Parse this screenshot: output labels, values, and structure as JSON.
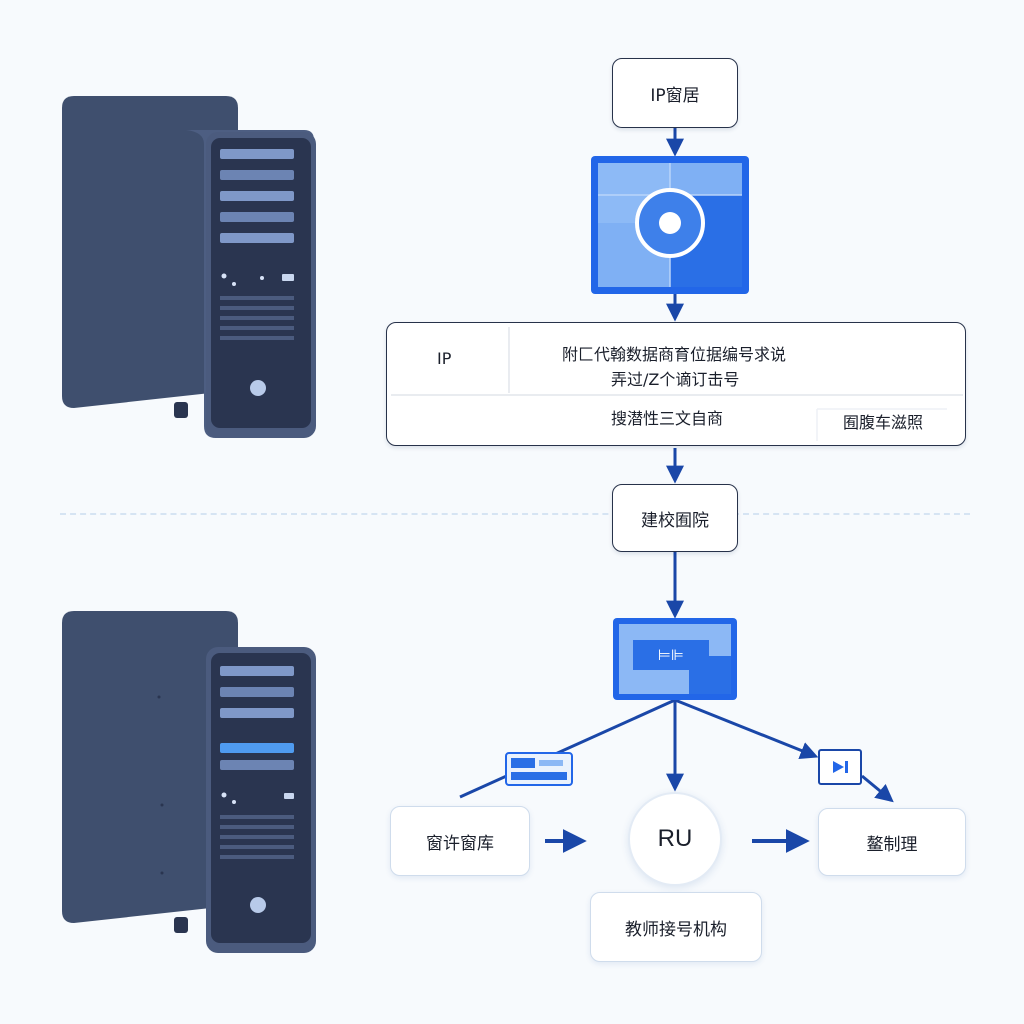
{
  "diagram": {
    "top_node": {
      "label": "IP窗居"
    },
    "panel": {
      "left_label": "IP",
      "line1": "附匚代翰数据商育位据编号求说",
      "line2": "弄过/Z个谪订击号",
      "line3": "搜潜性三文自商",
      "line3_target": "囿腹车滋照"
    },
    "middle_node": {
      "label": "建校囿院"
    },
    "module_box": {
      "label": "⊨⊫"
    },
    "left_node": {
      "label": "窗许窗库"
    },
    "center_circle": {
      "label": "RU"
    },
    "right_node": {
      "label": "鳌制理"
    },
    "bottom_node": {
      "label": "教师接号机构"
    }
  },
  "colors": {
    "accent": "#2266e8",
    "accent_dark": "#1a47a8",
    "server_body": "#3f4f6e",
    "server_front": "#2a3550",
    "background": "#f7fafd"
  },
  "icons": [
    "server-icon",
    "module-icon",
    "card-icon",
    "play-icon",
    "target-icon"
  ]
}
